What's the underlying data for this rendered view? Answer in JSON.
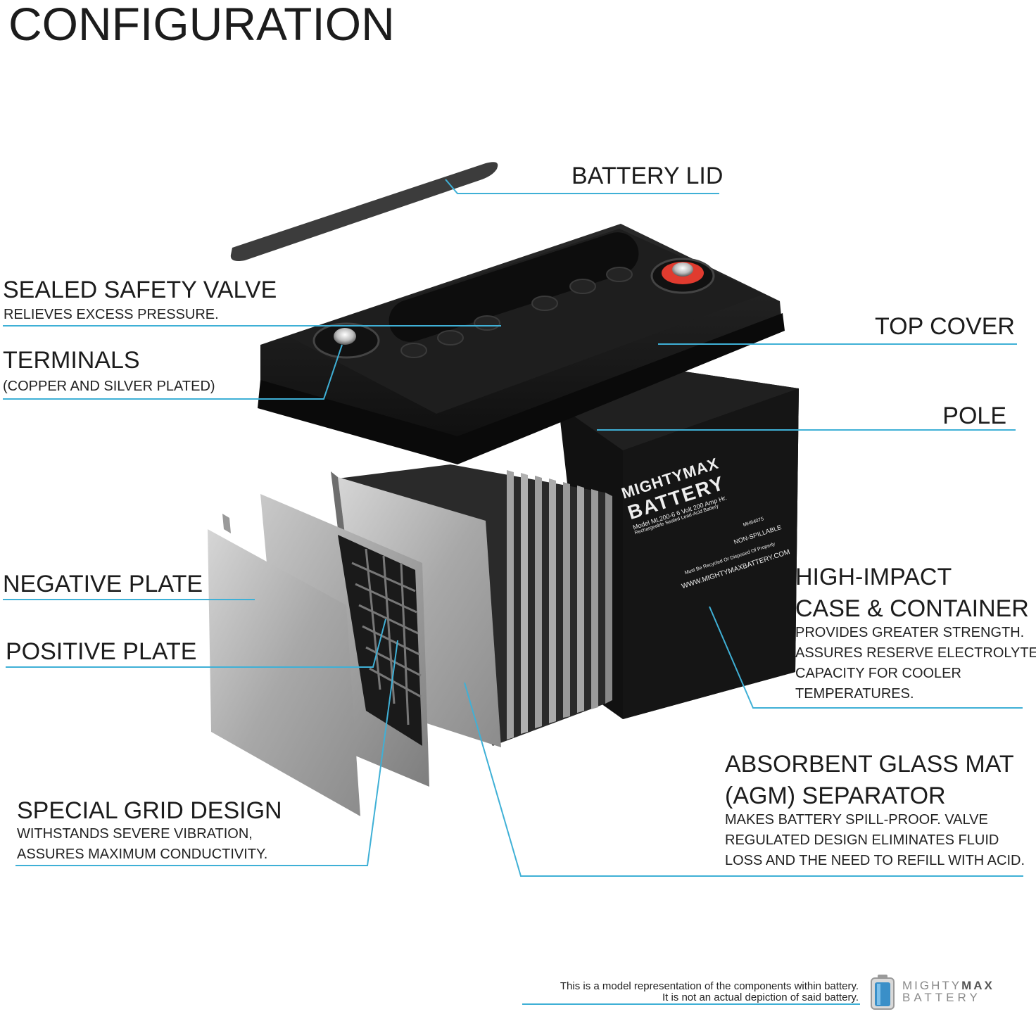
{
  "title": "CONFIGURATION",
  "colors": {
    "leader": "#3fb0d6",
    "case": "#141414",
    "plate": "#a9a9a9",
    "terminal_red": "#e03b2f"
  },
  "labels": {
    "battery_lid": "BATTERY LID",
    "sealed_valve": {
      "title": "SEALED SAFETY VALVE",
      "sub": "RELIEVES EXCESS PRESSURE."
    },
    "terminals": {
      "title": "TERMINALS",
      "sub": "(COPPER AND SILVER PLATED)"
    },
    "top_cover": "TOP COVER",
    "pole": "POLE",
    "negative_plate": "NEGATIVE PLATE",
    "positive_plate": "POSITIVE PLATE",
    "case": {
      "title1": "HIGH-IMPACT",
      "title2": "CASE & CONTAINER",
      "lines": [
        "PROVIDES GREATER STRENGTH.",
        "ASSURES RESERVE ELECTROLYTE",
        "CAPACITY FOR COOLER",
        "TEMPERATURES."
      ]
    },
    "agm": {
      "title1": "ABSORBENT GLASS MAT",
      "title2": "(AGM) SEPARATOR",
      "lines": [
        "MAKES BATTERY SPILL-PROOF. VALVE",
        "REGULATED DESIGN ELIMINATES FLUID",
        "LOSS AND THE NEED TO REFILL WITH ACID."
      ]
    },
    "grid": {
      "title": "SPECIAL GRID DESIGN",
      "lines": [
        "WITHSTANDS SEVERE VIBRATION,",
        "ASSURES MAXIMUM CONDUCTIVITY."
      ]
    }
  },
  "battery_label": {
    "brand1": "MIGHTYMAX",
    "brand2": "BATTERY",
    "model": "Model ML200-6  6 Volt 200 Amp Hr.",
    "desc": "Rechargeable Sealed Lead-Acid Battery",
    "ul": "MH64075",
    "nonspill": "NON-SPILLABLE",
    "recycle": "Must Be Recycled Or Disposed Of Properly",
    "url": "WWW.MIGHTYMAXBATTERY.COM"
  },
  "footer": {
    "line1": "This is a model representation of the components within battery.",
    "line2": "It is not an actual depiction of said battery."
  },
  "logo": {
    "part1": "MIGHTY",
    "part2": "MAX",
    "part3": "BATTERY"
  }
}
